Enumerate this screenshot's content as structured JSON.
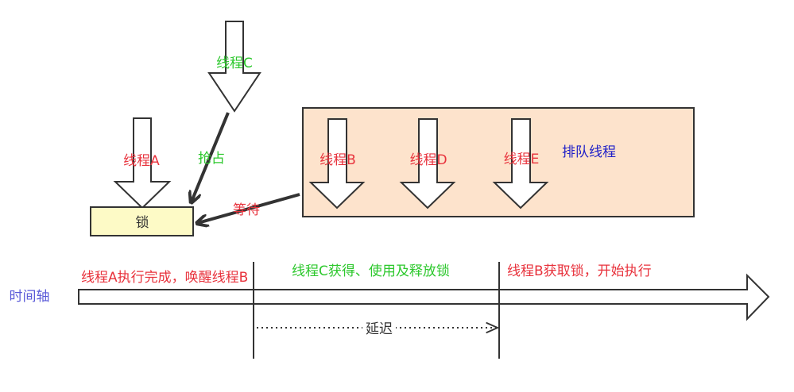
{
  "colors": {
    "red": "#e8323c",
    "green": "#2dc82d",
    "blue": "#2020c8",
    "axis_blue": "#5a5ad8",
    "queue_fill": "#fde3cc",
    "lock_fill": "#fdfac6",
    "stroke": "#333333"
  },
  "threads": {
    "a": "线程A",
    "b": "线程B",
    "c": "线程C",
    "d": "线程D",
    "e": "线程E"
  },
  "labels": {
    "lock": "锁",
    "preempt": "抢占",
    "wait": "等待",
    "queue": "排队线程",
    "time_axis": "时间轴",
    "delay": "延迟"
  },
  "timeline": {
    "phase1": "线程A执行完成，唤醒线程B",
    "phase2": "线程C获得、使用及释放锁",
    "phase3": "线程B获取锁，开始执行"
  }
}
